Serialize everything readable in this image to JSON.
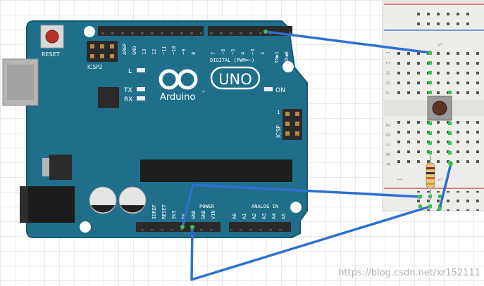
{
  "board": {
    "reset_label": "RESET",
    "icsp2_label": "ICSP2",
    "icsp_label": "ICSP",
    "top_header_labels": [
      "AREF",
      "GND",
      "13",
      "12",
      "~11",
      "~10",
      "~9",
      "8",
      "7",
      "~6",
      "~5",
      "4",
      "~3",
      "2",
      "TX▶1",
      "RX◀0"
    ],
    "digital_label": "DIGITAL (PWM=~)",
    "led_l_label": "L",
    "led_tx_label": "TX",
    "led_rx_label": "RX",
    "led_on_label": "ON",
    "brand_label": "Arduino",
    "tm_label": "™",
    "model_label": "UNO",
    "icsp_num_label": "1",
    "power_section_label": "POWER",
    "analog_section_label": "ANALOG IN",
    "power_pins": [
      "IOREF",
      "RESET",
      "3V3",
      "5V",
      "GND",
      "GND",
      "VIN"
    ],
    "analog_pins": [
      "A0",
      "A1",
      "A2",
      "A3",
      "A4",
      "A5"
    ]
  },
  "breadboard": {
    "row_letters_top": [
      "J",
      "I",
      "H",
      "G",
      "F"
    ],
    "row_letters_bottom": [
      "E",
      "D",
      "C",
      "B",
      "A"
    ],
    "column_marks": [
      "5",
      "1",
      "5"
    ]
  },
  "watermark": "https://blog.csdn.net/xr152111",
  "colors": {
    "board": "#1f6f8b",
    "board_edge": "#155a72",
    "wire": "#2f6fd0",
    "breadboard": "#ededea",
    "rail_red": "#d04040",
    "rail_blue": "#3060c0",
    "grid": "#d6d6d6"
  }
}
